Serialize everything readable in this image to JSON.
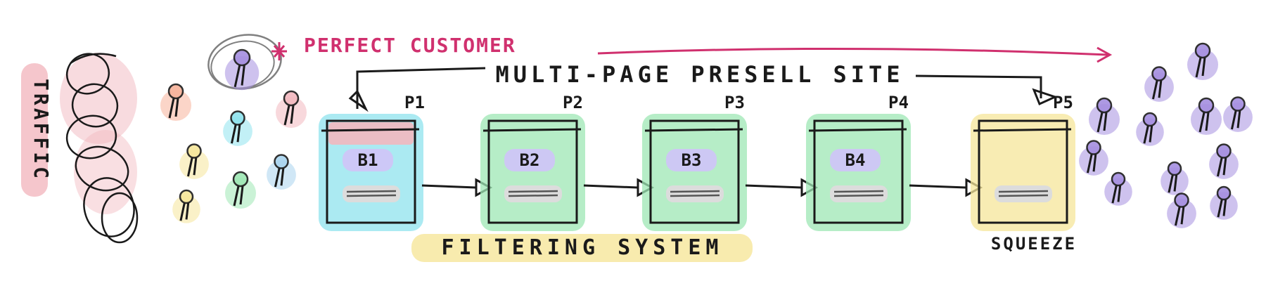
{
  "labels": {
    "traffic": "TRAFFIC",
    "perfect_customer": "PERFECT CUSTOMER",
    "site_title": "MULTI-PAGE PRESELL SITE",
    "filtering_system": "FILTERING SYSTEM",
    "squeeze": "SQUEEZE"
  },
  "pages": [
    {
      "id": "P1",
      "label": "B1"
    },
    {
      "id": "P2",
      "label": "B2"
    },
    {
      "id": "P3",
      "label": "B3"
    },
    {
      "id": "P4",
      "label": "B4"
    },
    {
      "id": "P5",
      "label": ""
    }
  ],
  "colors": {
    "ink": "#1a1a1a",
    "magenta": "#d0306e",
    "traffic_pink": "#f2b8bf",
    "cyan": "#8fe3ee",
    "green": "#9ee7b4",
    "yellow": "#f6e69a",
    "lavender": "#cfc6f7",
    "purple": "#a58fe0",
    "grey": "#dcdcdc",
    "orange": "#f7b29a"
  }
}
